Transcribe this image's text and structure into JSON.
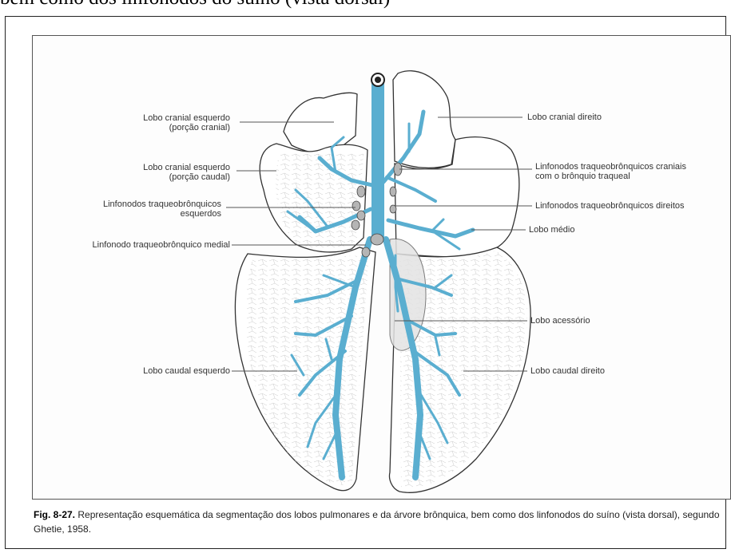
{
  "header_text": "bem como dos linfonodos do suíno (vista dorsal)",
  "labels_left": [
    {
      "line1": "Lobo cranial esquerdo",
      "line2": "(porção cranial)"
    },
    {
      "line1": "Lobo cranial esquerdo",
      "line2": "(porção caudal)"
    },
    {
      "line1": "Linfonodos traqueobrônquicos",
      "line2": "esquerdos"
    },
    {
      "line1": "Linfonodo traqueobrônquico medial",
      "line2": ""
    },
    {
      "line1": "Lobo caudal esquerdo",
      "line2": ""
    }
  ],
  "labels_right": [
    {
      "line1": "Lobo cranial direito",
      "line2": ""
    },
    {
      "line1": "Linfonodos traqueobrônquicos craniais",
      "line2": "com o brônquio traqueal"
    },
    {
      "line1": "Linfonodos traqueobrônquicos direitos",
      "line2": ""
    },
    {
      "line1": "Lobo médio",
      "line2": ""
    },
    {
      "line1": "Lobo acessório",
      "line2": ""
    },
    {
      "line1": "Lobo caudal direito",
      "line2": ""
    }
  ],
  "caption": {
    "figure_number": "Fig. 8-27.",
    "text": "Representação esquemática da segmentação dos lobos pulmonares e da árvore brônquica, bem como dos linfonodos do suíno (vista dorsal), segundo Ghetie, 1958."
  },
  "colors": {
    "bronchi": "#5aaed0",
    "lung_outline": "#333333",
    "lymph_node": "#b5b5b5"
  }
}
